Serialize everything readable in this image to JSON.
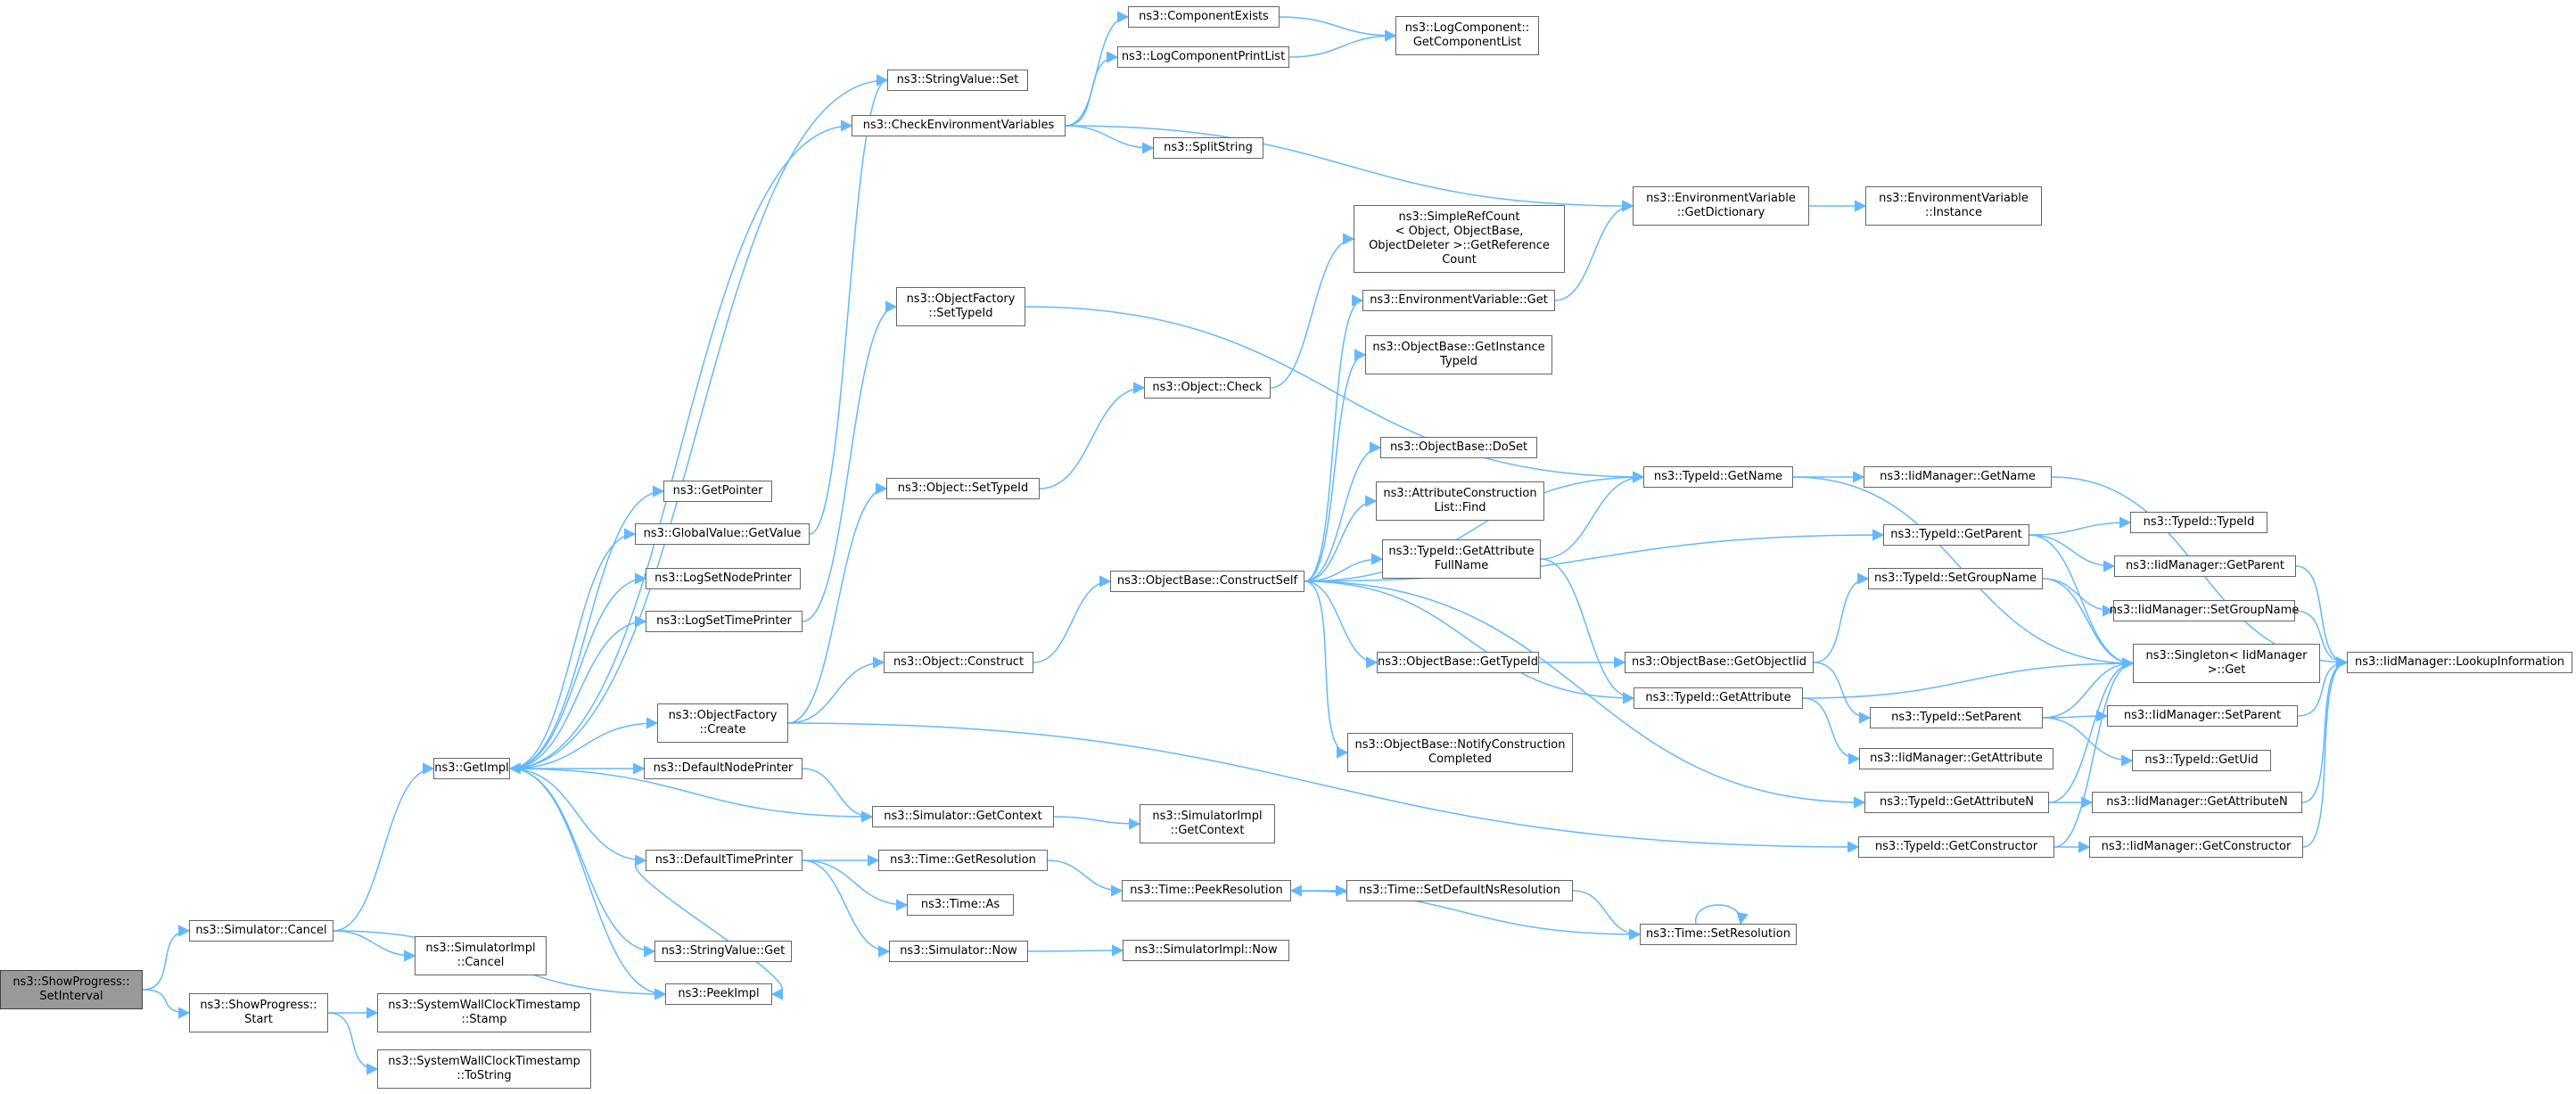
{
  "colors": {
    "edge": "#63b8ff",
    "node_border": "#666666",
    "root_fill": "#999999",
    "background": "#ffffff"
  },
  "nodes": {
    "n00": "ns3::ShowProgress::\nSetInterval",
    "n01": "ns3::Simulator::Cancel",
    "n02": "ns3::ShowProgress::\nStart",
    "n03": "ns3::GetImpl",
    "n04": "ns3::SimulatorImpl\n::Cancel",
    "n05": "ns3::PeekImpl",
    "n06": "ns3::SystemWallClockTimestamp\n::Stamp",
    "n07": "ns3::SystemWallClockTimestamp\n::ToString",
    "n08": "ns3::GetPointer",
    "n09": "ns3::GlobalValue::GetValue",
    "n10": "ns3::LogSetNodePrinter",
    "n11": "ns3::LogSetTimePrinter",
    "n12": "ns3::ObjectFactory\n::Create",
    "n13": "ns3::DefaultNodePrinter",
    "n14": "ns3::DefaultTimePrinter",
    "n15": "ns3::StringValue::Get",
    "n16": "ns3::StringValue::Set",
    "n17": "ns3::CheckEnvironmentVariables",
    "n18": "ns3::ObjectFactory\n::SetTypeId",
    "n19": "ns3::Object::SetTypeId",
    "n20": "ns3::Object::Construct",
    "n21": "ns3::Simulator::GetContext",
    "n22": "ns3::Time::GetResolution",
    "n23": "ns3::Time::As",
    "n24": "ns3::Simulator::Now",
    "n25": "ns3::ComponentExists",
    "n26": "ns3::LogComponentPrintList",
    "n27": "ns3::SplitString",
    "n28": "ns3::Object::Check",
    "n29": "ns3::ObjectBase::ConstructSelf",
    "n30": "ns3::SimulatorImpl\n::GetContext",
    "n31": "ns3::Time::PeekResolution",
    "n32": "ns3::SimulatorImpl::Now",
    "n33": "ns3::LogComponent::\nGetComponentList",
    "n34": "ns3::SimpleRefCount\n< Object, ObjectBase,\n ObjectDeleter >::GetReference\nCount",
    "n35": "ns3::EnvironmentVariable::Get",
    "n36": "ns3::ObjectBase::GetInstance\nTypeId",
    "n37": "ns3::ObjectBase::DoSet",
    "n38": "ns3::AttributeConstruction\nList::Find",
    "n39": "ns3::TypeId::GetAttribute\nFullName",
    "n40": "ns3::ObjectBase::GetTypeId",
    "n41": "ns3::ObjectBase::NotifyConstruction\nCompleted",
    "n42": "ns3::Time::SetDefaultNsResolution",
    "n43": "ns3::EnvironmentVariable\n::GetDictionary",
    "n44": "ns3::TypeId::GetName",
    "n45": "ns3::ObjectBase::GetObjectIid",
    "n46": "ns3::TypeId::GetAttribute",
    "n47": "ns3::Time::SetResolution",
    "n48": "ns3::EnvironmentVariable\n::Instance",
    "n49": "ns3::IidManager::GetName",
    "n50": "ns3::TypeId::GetParent",
    "n51": "ns3::TypeId::SetGroupName",
    "n52": "ns3::Singleton< IidManager\n >::Get",
    "n53": "ns3::TypeId::SetParent",
    "n54": "ns3::IidManager::GetAttribute",
    "n55": "ns3::TypeId::GetAttributeN",
    "n56": "ns3::TypeId::GetConstructor",
    "n57": "ns3::TypeId::TypeId",
    "n58": "ns3::IidManager::GetParent",
    "n59": "ns3::IidManager::SetGroupName",
    "n60": "ns3::IidManager::SetParent",
    "n61": "ns3::TypeId::GetUid",
    "n62": "ns3::IidManager::GetAttributeN",
    "n63": "ns3::IidManager::GetConstructor",
    "n64": "ns3::IidManager::LookupInformation"
  }
}
